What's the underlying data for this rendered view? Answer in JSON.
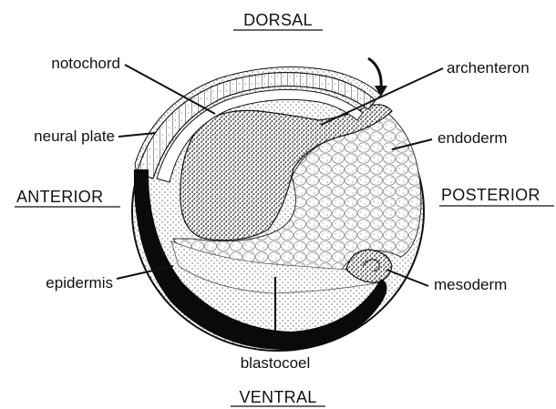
{
  "directions": {
    "dorsal": "DORSAL",
    "ventral": "VENTRAL",
    "anterior": "ANTERIOR",
    "posterior": "POSTERIOR"
  },
  "labels": {
    "notochord": "notochord",
    "neural_plate": "neural plate",
    "epidermis": "epidermis",
    "blastocoel": "blastocoel",
    "archenteron": "archenteron",
    "endoderm": "endoderm",
    "mesoderm": "mesoderm"
  },
  "colors": {
    "ink": "#111111",
    "epidermis_band": "#0a0a0a",
    "archenteron_stipple": "#1a1a1a",
    "endoderm_cells": "#555555",
    "background": "#ffffff"
  }
}
